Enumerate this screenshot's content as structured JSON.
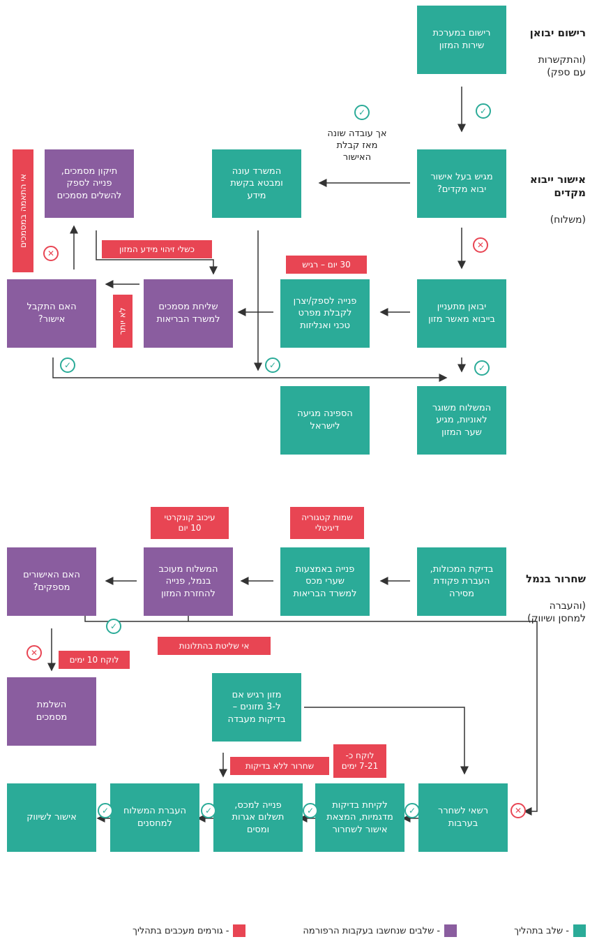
{
  "side_labels": {
    "registration_title": "רישום יבואן",
    "registration_sub": "(והתקשרות\nעם ספק)",
    "preapproval_title": "אישור ייבוא\nמקדים",
    "preapproval_sub": "(משלוח)",
    "release_title": "שחרור בנמל",
    "release_sub": "(והעברה\nלמחסן ושיווק)"
  },
  "boxes": {
    "reg": "רישום במערכת\nשירות המזון",
    "importer_approval": "מגיש בעל אישור\nיבוא מקדים?",
    "notice_query": "המשרד עונה\nומבטא בקשת\nמידע",
    "fix_docs": "תיקון מסמכים,\nפנייה לספק\nלהשלים מסמכים",
    "first_import": "יבואן מתעניין\nבייבוא מאשר מזון",
    "supplier_contact": "פנייה לספק/יצרן\nלקבלת מפרט\nטכני ואנליזות",
    "send_docs": "שליחת מסמכים\nלמשרד הבריאות",
    "approval_received": "האם התקבל\nאישור?",
    "shipment_sent": "המשלוח משוגר\nלאוניות, מגיע\nשער המזון",
    "arrival": "הספינה מגיעה\nלישראל",
    "port_check": "בדיקת המכולות,\nהעברת פקודת\nמסירה",
    "digital_app": "פנייה באמצעות\nשערי מכס\nלמשרד הבריאות",
    "shipment_port": "המשלוח מעוכב\nבנמל, פנייה\nלהחזרת המזון",
    "approvals_sufficient": "האם האישורים\nמספקים?",
    "send_docs2": "השלמת\nמסמכים",
    "risk_check": "מזון רגיש אם\nל-3 מזונים –\nבדיקות מעבדה",
    "release_auth": "רשאי לשחרר\nבערבות",
    "lab_tests": "לקיחת בדיקות\nמדגמיות, המצאת\nאישור לשחרור",
    "storage_payment": "פנייה למכס,\nתשלום אגרות\nומסים",
    "transfer": "העברת המשלוח\nלמחסנים",
    "marketing": "אישור לשיווק"
  },
  "tags": {
    "vertical_warning": "אי התאמה במסמכים",
    "data_flaw": "כשלי זיהוי מידע המזון",
    "days_30": "30 יום – רגיש",
    "not_full": "לא יותר",
    "digital_form": "שמות קטגוריה\nדיגיטלי",
    "storage_cost": "עיכוב קונקרטי\n10 יום",
    "followup": "אי שליטת בהתלונות",
    "days_10": "לוקח 10 ימים",
    "days_21": "לוקח כ-\n7-21 ימים",
    "release_without": "שחרור ללא בדיקות"
  },
  "notes": {
    "if_answered": "אך עובדה שונה\nמאז קבלת\nהאישור"
  },
  "icons": {
    "ok": "check-icon",
    "no": "x-icon"
  },
  "legend": {
    "green_label": "- שלב בתהליך",
    "purple_label": "- שלבים שנחשבו בעקבות הרפורמה",
    "red_label": "- גורמים מעכבים בתהליך"
  },
  "colors": {
    "green": "#2bab98",
    "purple": "#8a5d9f",
    "red": "#e84553"
  }
}
